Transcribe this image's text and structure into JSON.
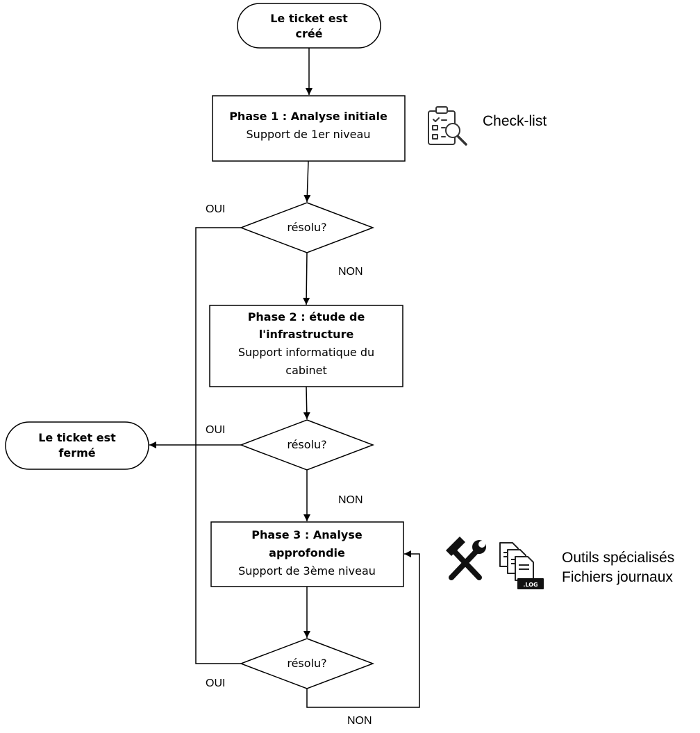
{
  "nodes": {
    "start": {
      "line1": "Le ticket est",
      "line2": "créé"
    },
    "phase1": {
      "title": "Phase 1 : Analyse initiale",
      "subtitle": "Support de 1er niveau"
    },
    "decision1": {
      "label": "résolu?"
    },
    "phase2": {
      "title_line1": "Phase 2 : étude de",
      "title_line2": "l'infrastructure",
      "subtitle_line1": "Support informatique du",
      "subtitle_line2": "cabinet"
    },
    "decision2": {
      "label": "résolu?"
    },
    "end": {
      "line1": "Le ticket est",
      "line2": "fermé"
    },
    "phase3": {
      "title_line1": "Phase 3 : Analyse",
      "title_line2": "approfondie",
      "subtitle": "Support de 3ème niveau"
    },
    "decision3": {
      "label": "résolu?"
    }
  },
  "edges": {
    "oui_1": "OUI",
    "non_1": "NON",
    "oui_2": "OUI",
    "non_2": "NON",
    "oui_3": "OUI",
    "non_3": "NON"
  },
  "tools": {
    "checklist_label": "Check-list",
    "tools_label_line1": "Outils spécialisés",
    "tools_label_line2": "Fichiers journaux",
    "log_badge": ".LOG"
  },
  "icons": [
    "checklist-magnifier-icon",
    "wrench-hammer-icon",
    "log-files-icon"
  ]
}
